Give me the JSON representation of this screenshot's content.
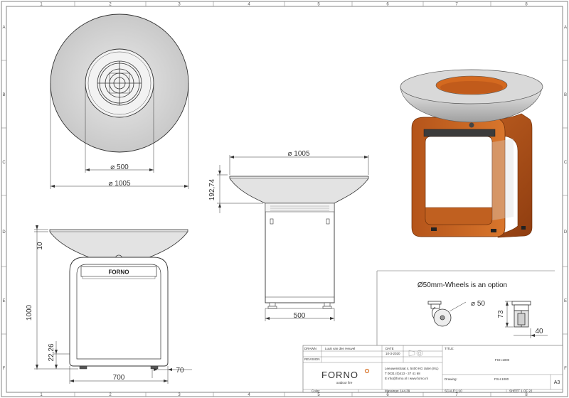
{
  "sheet": {
    "border_columns": [
      "1",
      "2",
      "3",
      "4",
      "5",
      "6",
      "7",
      "8"
    ],
    "border_rows": [
      "A",
      "B",
      "C",
      "D",
      "E",
      "F"
    ]
  },
  "top_view": {
    "dia_inner": "⌀ 500",
    "dia_outer": "⌀ 1005"
  },
  "side_view": {
    "dia_top": "⌀ 1005",
    "height": "192,74",
    "base_width": "500"
  },
  "front_view": {
    "brand": "FORNO",
    "dim_10": "10",
    "dim_1000": "1000",
    "dim_22_26": "22,26",
    "dim_700": "700",
    "dim_70": "70"
  },
  "detail": {
    "title": "Ø50mm-Wheels is an option",
    "wheel_dia": "⌀ 50",
    "dim_73": "73",
    "dim_40": "40"
  },
  "title_block": {
    "drawn_label": "DRAWN",
    "drawn_name": "Luuk van den Heuvel",
    "revision_label": "REVISION",
    "date_label": "DATE",
    "date_value": "10-3-2020",
    "title_label": "TITLE:",
    "title_value": "FSH.1000",
    "logo_text": "FORNO",
    "logo_sub": "outdoor fire",
    "address_line1": "Leeuwenstraat 4, 5400 KG Uden (NL)",
    "address_line2": "T 0031 (0)413 - 37 41 68",
    "address_line3": "E info@forno.nl  I www.forno.nl",
    "drawing_label": "Drawing:",
    "drawing_value": "FSH.1000",
    "size": "A3",
    "color_label": "Color:",
    "scale_text": "Massings: 144,39",
    "scale_label": "SCALE:1:10",
    "sheet_label": "SHEET 1 OF 22"
  }
}
